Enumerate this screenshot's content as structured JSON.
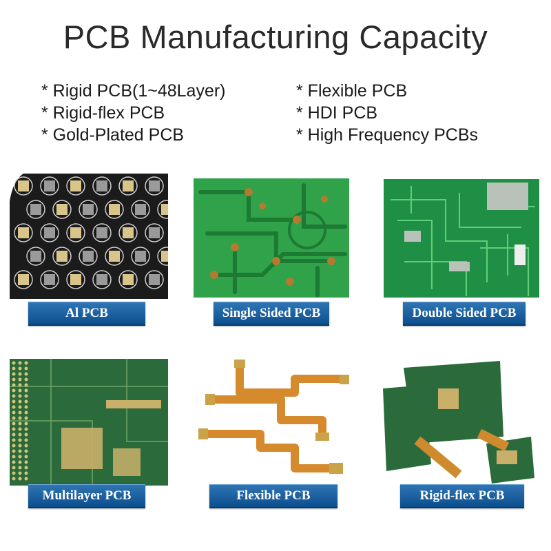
{
  "title": "PCB Manufacturing Capacity",
  "features": {
    "left": [
      "* Rigid PCB(1~48Layer)",
      "* Rigid-flex PCB",
      "* Gold-Plated PCB"
    ],
    "right": [
      "* Flexible PCB",
      "* HDI PCB",
      "* High Frequency PCBs"
    ]
  },
  "products": [
    {
      "label": "Al PCB"
    },
    {
      "label": "Single Sided PCB"
    },
    {
      "label": "Double Sided PCB"
    },
    {
      "label": "Multilayer PCB"
    },
    {
      "label": "Flexible PCB"
    },
    {
      "label": "Rigid-flex PCB"
    }
  ],
  "colors": {
    "label_blue": "#1a5fa3",
    "board_green": "#1d8a3a",
    "trace_green": "#49b55e",
    "dark_board": "#2b6a3b",
    "flex_orange": "#d68a2e",
    "gold": "#c9b06a",
    "al_black": "#1b1b1b"
  }
}
